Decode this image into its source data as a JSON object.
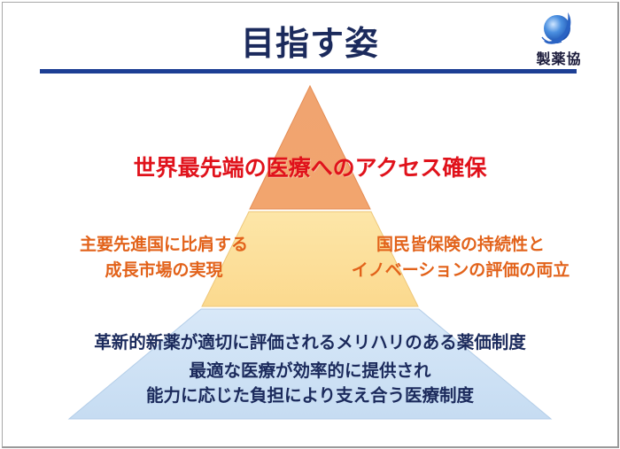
{
  "slide": {
    "title": "目指す姿",
    "logo": {
      "icon": "globe-icon",
      "text": "製薬協"
    },
    "colors": {
      "title": "#1b2a5c",
      "rule": "#1d3f94",
      "top_tier_fill": "#f2a56e",
      "middle_tier_fill": "#fde09a",
      "bottom_tier_fill": "#cfe2f5",
      "top_text": "#e0121b",
      "middle_text": "#e2621a",
      "bottom_text": "#1b2a5c"
    },
    "pyramid": {
      "top": {
        "text": "世界最先端の医療へのアクセス確保"
      },
      "middle": {
        "left_lines": [
          "主要先進国に比肩する",
          "成長市場の実現"
        ],
        "right_lines": [
          "国民皆保険の持続性と",
          "イノベーションの評価の両立"
        ]
      },
      "bottom": {
        "line1": "革新的新薬が適切に評価されるメリハリのある薬価制度",
        "line2": [
          "最適な医療が効率的に提供され",
          "能力に応じた負担により支え合う医療制度"
        ]
      }
    }
  }
}
